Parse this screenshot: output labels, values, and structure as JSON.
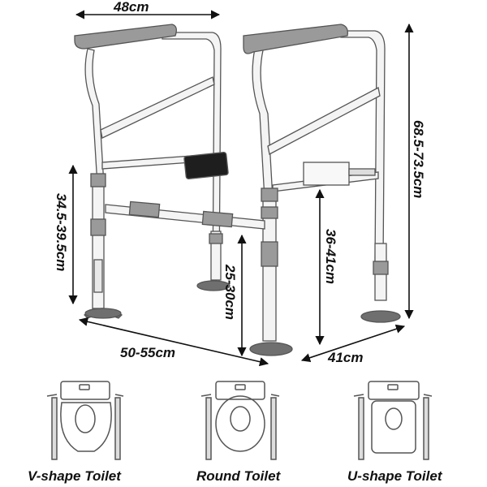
{
  "dimensions": {
    "top_width": "48cm",
    "total_height": "68.5-73.5cm",
    "armrest_height": "34.5-39.5cm",
    "leg_height": "25-30cm",
    "inner_height": "36-41cm",
    "base_width": "50-55cm",
    "depth": "41cm"
  },
  "toilets": [
    {
      "label": "V-shape Toilet"
    },
    {
      "label": "Round Toilet"
    },
    {
      "label": "U-shape Toilet"
    }
  ],
  "colors": {
    "frame": "#f4f4f4",
    "frame_outline": "#555555",
    "grip": "#9a9a9a",
    "foot": "#6f6f6f",
    "pad": "#1e1e1e",
    "arrow": "#111111"
  }
}
